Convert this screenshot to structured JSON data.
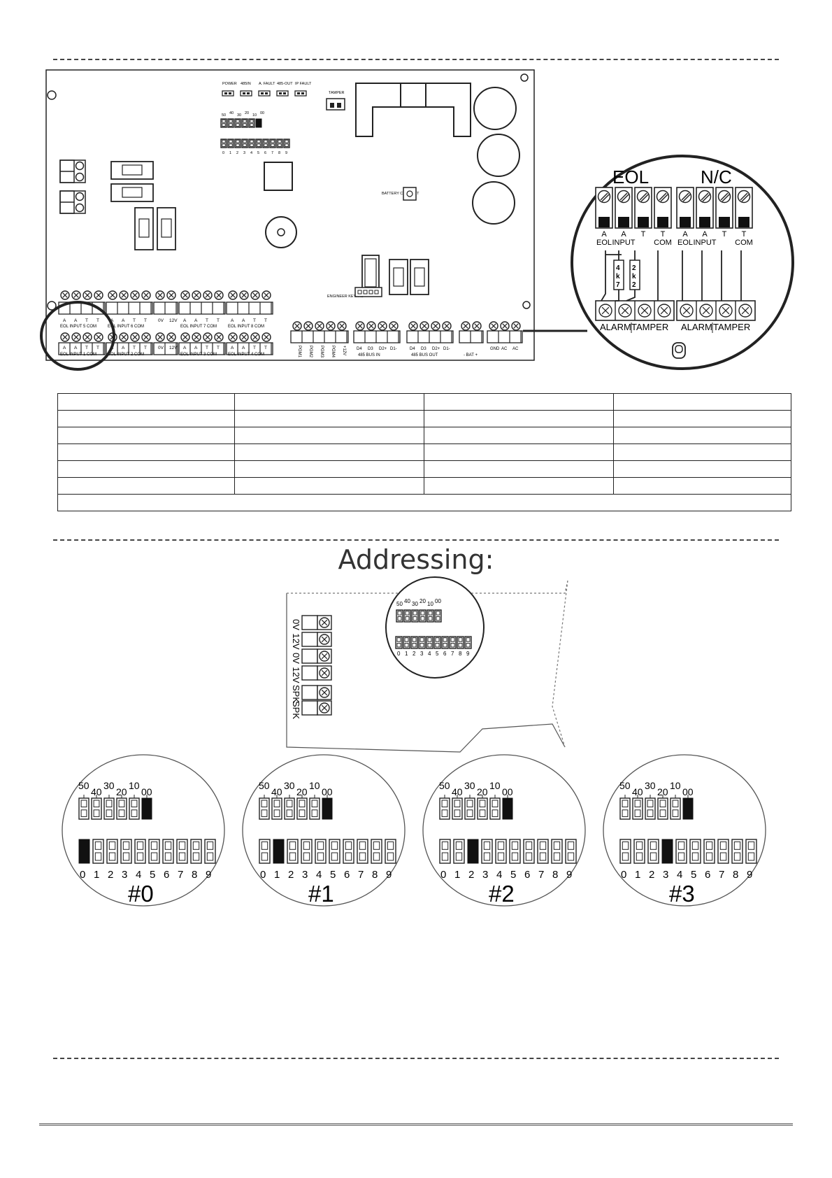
{
  "board": {
    "leds": [
      "POWER",
      "485IN",
      "A. FAULT",
      "485-OUT",
      "IP FAULT"
    ],
    "tamper_label": "TAMPER",
    "battery_label": "BATTERY CONNECT",
    "engineer_label": "ENGINEER KEYPAD",
    "addr_top": [
      "50",
      "40",
      "30",
      "20",
      "10",
      "00"
    ],
    "addr_digits": [
      "0",
      "1",
      "2",
      "3",
      "4",
      "5",
      "6",
      "7",
      "8",
      "9"
    ],
    "upper_pin_rows": [
      {
        "pins": [
          "A",
          "A",
          "T",
          "T"
        ],
        "label": "EOL INPUT 5 COM"
      },
      {
        "pins": [
          "A",
          "A",
          "T",
          "T"
        ],
        "label": "EOL INPUT 6 COM"
      },
      {
        "pins": [
          "0V",
          "12V"
        ],
        "label": ""
      },
      {
        "pins": [
          "A",
          "A",
          "T",
          "T"
        ],
        "label": "EOL INPUT 7 COM"
      },
      {
        "pins": [
          "A",
          "A",
          "T",
          "T"
        ],
        "label": "EOL INPUT 8 COM"
      }
    ],
    "lower_pin_rows": [
      {
        "pins": [
          "A",
          "A",
          "T",
          "T"
        ],
        "label": "EOL INPUT 1 COM"
      },
      {
        "pins": [
          "A",
          "A",
          "T",
          "T"
        ],
        "label": "EOL INPUT 2 COM"
      },
      {
        "pins": [
          "0V",
          "12V"
        ],
        "label": ""
      },
      {
        "pins": [
          "A",
          "A",
          "T",
          "T"
        ],
        "label": "EOL INPUT 3 COM"
      },
      {
        "pins": [
          "A",
          "A",
          "T",
          "T"
        ],
        "label": "EOL INPUT 4 COM"
      }
    ],
    "pgm_labels": [
      "PGM1",
      "PGM2",
      "PGM3",
      "PGM4",
      "+12V"
    ],
    "bus_in": {
      "pins": [
        "D4",
        "D3",
        "D2+",
        "D1-"
      ],
      "label": "485 BUS IN"
    },
    "bus_out": {
      "pins": [
        "D4",
        "D3",
        "D2+",
        "D1-"
      ],
      "label": "485 BUS OUT"
    },
    "bat_label": "- BAT +",
    "ac_pins": [
      "GND",
      "AC",
      "AC"
    ]
  },
  "zoom": {
    "eol_title": "EOL",
    "nc_title": "N/C",
    "eol_pins": [
      "A\nEOL",
      "A\nINPUT",
      "T",
      "T\nCOM"
    ],
    "nc_pins": [
      "A\nEOL",
      "A\nINPUT",
      "T",
      "T\nCOM"
    ],
    "resistor_1": [
      "4",
      "k",
      "7"
    ],
    "resistor_2": [
      "2",
      "k",
      "2"
    ],
    "alarm_label": "ALARM",
    "tamper_label": "TAMPER"
  },
  "addressing": {
    "heading": "Addressing:",
    "side_labels": [
      "0V",
      "12V",
      "0V",
      "12V",
      "SPK",
      "SPK"
    ],
    "examples": [
      {
        "label": "#0",
        "active": 0
      },
      {
        "label": "#1",
        "active": 1
      },
      {
        "label": "#2",
        "active": 2
      },
      {
        "label": "#3",
        "active": 3
      }
    ]
  }
}
